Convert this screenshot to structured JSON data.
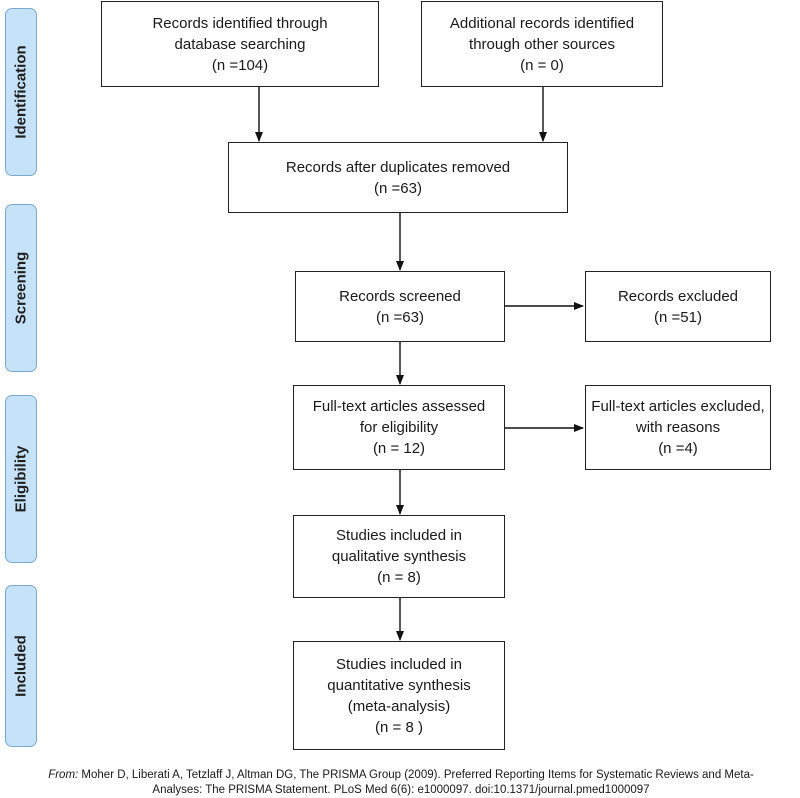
{
  "phases": [
    {
      "id": "identification",
      "label": "Identification"
    },
    {
      "id": "screening",
      "label": "Screening"
    },
    {
      "id": "eligibility",
      "label": "Eligibility"
    },
    {
      "id": "included",
      "label": "Included"
    }
  ],
  "boxes": {
    "db_records": [
      "Records identified through",
      "database searching",
      "(n =104)"
    ],
    "other_records": [
      "Additional records identified",
      "through other sources",
      "(n = 0)"
    ],
    "dedup": [
      "Records after duplicates removed",
      "(n =63)"
    ],
    "screened": [
      "Records screened",
      "(n =63)"
    ],
    "excluded": [
      "Records excluded",
      "(n =51)"
    ],
    "fulltext": [
      "Full-text articles assessed",
      "for eligibility",
      "(n = 12)"
    ],
    "fulltext_excluded": [
      "Full-text articles excluded,",
      "with reasons",
      "(n =4)"
    ],
    "qualitative": [
      "Studies included in",
      "qualitative synthesis",
      "(n = 8)"
    ],
    "quantitative": [
      "Studies included in",
      "quantitative synthesis",
      "(meta-analysis)",
      "(n = 8 )"
    ]
  },
  "citation": {
    "lead": "From:",
    "line1": "Moher D, Liberati A, Tetzlaff J, Altman DG, The PRISMA Group (2009). Preferred Reporting Items for Systematic Reviews and Meta-",
    "line2": "Analyses: The PRISMA Statement. PLoS Med 6(6): e1000097. doi:10.1371/journal.pmed1000097"
  }
}
